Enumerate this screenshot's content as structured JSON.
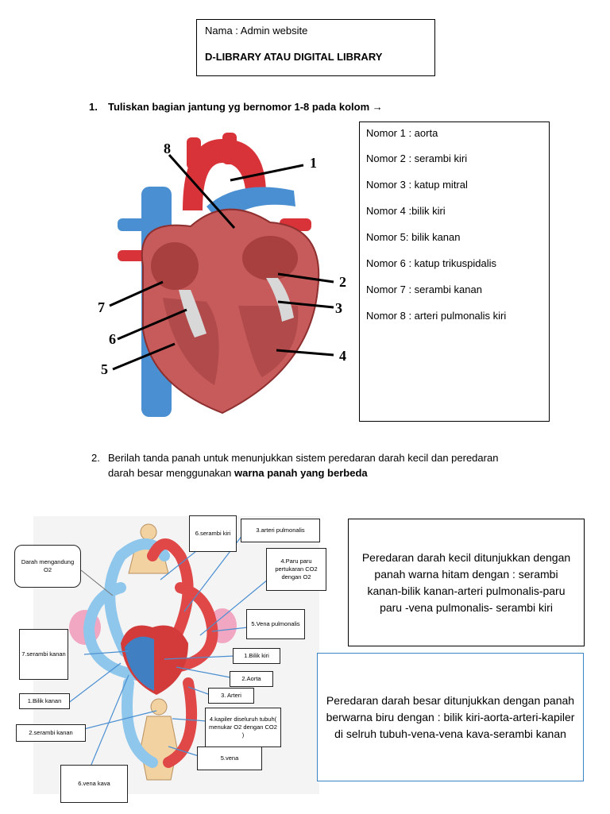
{
  "header": {
    "nama_line": "Nama : Admin website",
    "title_line": "D-LIBRARY ATAU DIGITAL LIBRARY"
  },
  "q1": {
    "number": "1.",
    "text": "Tuliskan bagian jantung yg bernomor 1-8 pada kolom →",
    "heart_labels": [
      "1",
      "2",
      "3",
      "4",
      "5",
      "6",
      "7",
      "8"
    ],
    "answers": [
      "Nomor 1 : aorta",
      "Nomor 2  : serambi kiri",
      "Nomor 3 : katup mitral",
      "Nomor 4 :bilik kiri",
      "Nomor 5: bilik kanan",
      "Nomor 6 : katup trikuspidalis",
      "Nomor 7 : serambi kanan",
      "Nomor 8 : arteri pulmonalis kiri"
    ]
  },
  "q2": {
    "number": "2.",
    "text_line1": "Berilah tanda panah untuk menunjukkan sistem peredaran darah kecil dan peredaran",
    "text_line2_plain": "darah besar menggunakan ",
    "text_line2_bold": "warna panah yang berbeda",
    "diagram_labels": {
      "darah": "Darah mengandung O2",
      "serambi_kiri_6": "6.serambi kiri",
      "arteri_pulmonalis_3": "3.arteri pulmonalis",
      "paru_paru_4": "4.Paru paru pertukaran CO2 dengan O2",
      "vena_pulmonalis_5": "5.Vena pulmonalis",
      "serambi_kanan_7": "7.serambi kanan",
      "bilik_kiri_1": "1.Bilik kiri",
      "aorta_2": "2.Aorta",
      "arteri_3": "3. Arteri",
      "bilik_kanan_1": "1.Bilik kanan",
      "kapiler_4": "4.kapiler diseluruh tubuh( menukar O2 dengan CO2 )",
      "serambi_kanan_2": "2.serambi kanan",
      "vena_5": "5.vena",
      "vena_kava_6": "6.vena kava"
    },
    "small_circulation": "Peredaran darah kecil ditunjukkan dengan panah warna hitam dengan : serambi kanan-bilik kanan-arteri pulmonalis-paru paru -vena pulmonalis- serambi kiri",
    "large_circulation": "Peredaran darah besar ditunjukkan dengan panah berwarna biru dengan : bilik kiri-aorta-arteri-kapiler di selruh tubuh-vena-vena kava-serambi kanan"
  },
  "colors": {
    "artery_red": "#d9333a",
    "vein_blue": "#4a8fd1",
    "muscle": "#c75a5a",
    "box_blue": "#3a84c6"
  }
}
